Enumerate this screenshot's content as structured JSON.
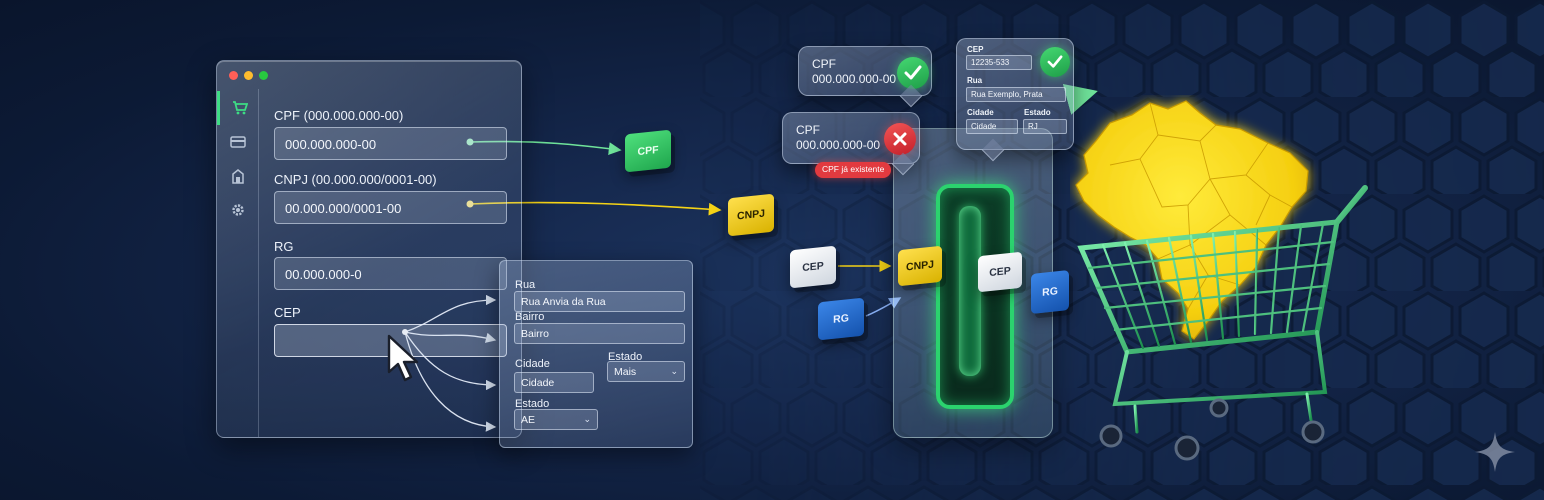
{
  "colors": {
    "accent_green": "#3ddc84",
    "cube_green": "#22b052",
    "cube_yellow": "#f2c800",
    "cube_blue": "#2168c8",
    "error_red": "#e23a3f",
    "map_yellow": "#f5d316"
  },
  "window": {
    "dots": [
      "#ff5f57",
      "#febc2e",
      "#28c840"
    ],
    "sidebar": [
      {
        "icon": "cart-icon",
        "active": true
      },
      {
        "icon": "credit-card-icon",
        "active": false
      },
      {
        "icon": "building-icon",
        "active": false
      },
      {
        "icon": "gear-icon",
        "active": false
      }
    ],
    "fields": {
      "cpf_label": "CPF (000.000.000-00)",
      "cpf_value": "000.000.000-00",
      "cnpj_label": "CNPJ (00.000.000/0001-00)",
      "cnpj_value": "00.000.000/0001-00",
      "rg_label": "RG",
      "rg_value": "00.000.000-0",
      "cep_label": "CEP",
      "cep_value": ""
    }
  },
  "address_panel": {
    "rua_label": "Rua",
    "rua_value": "Rua Anvia da Rua",
    "bairro_label": "Bairro",
    "bairro_value": "Bairro",
    "cidade_label": "Cidade",
    "cidade_value": "Cidade",
    "estado_label": "Estado",
    "estado_value": "Mais",
    "estado2_label": "Estado",
    "estado2_value": "AE"
  },
  "cubes": {
    "cpf": "CPF",
    "cnpj": "CNPJ",
    "cep": "CEP",
    "rg": "RG",
    "cnpj_device": "CNPJ",
    "cep_device": "CEP",
    "rg_device": "RG"
  },
  "bubble_valid": {
    "title": "CPF",
    "value": "000.000.000-00",
    "icon": "check-icon"
  },
  "bubble_error": {
    "title": "CPF",
    "value": "000.000.000-00",
    "icon": "x-icon",
    "error": "CPF já existente"
  },
  "bubble_address": {
    "cep_label": "CEP",
    "cep_value": "12235-533",
    "rua_label": "Rua",
    "rua_value": "Rua Exemplo, Prata",
    "cidade_label": "Cidade",
    "cidade_value": "Cidade",
    "estado_label": "Estado",
    "estado_value": "RJ",
    "icon": "check-icon"
  }
}
